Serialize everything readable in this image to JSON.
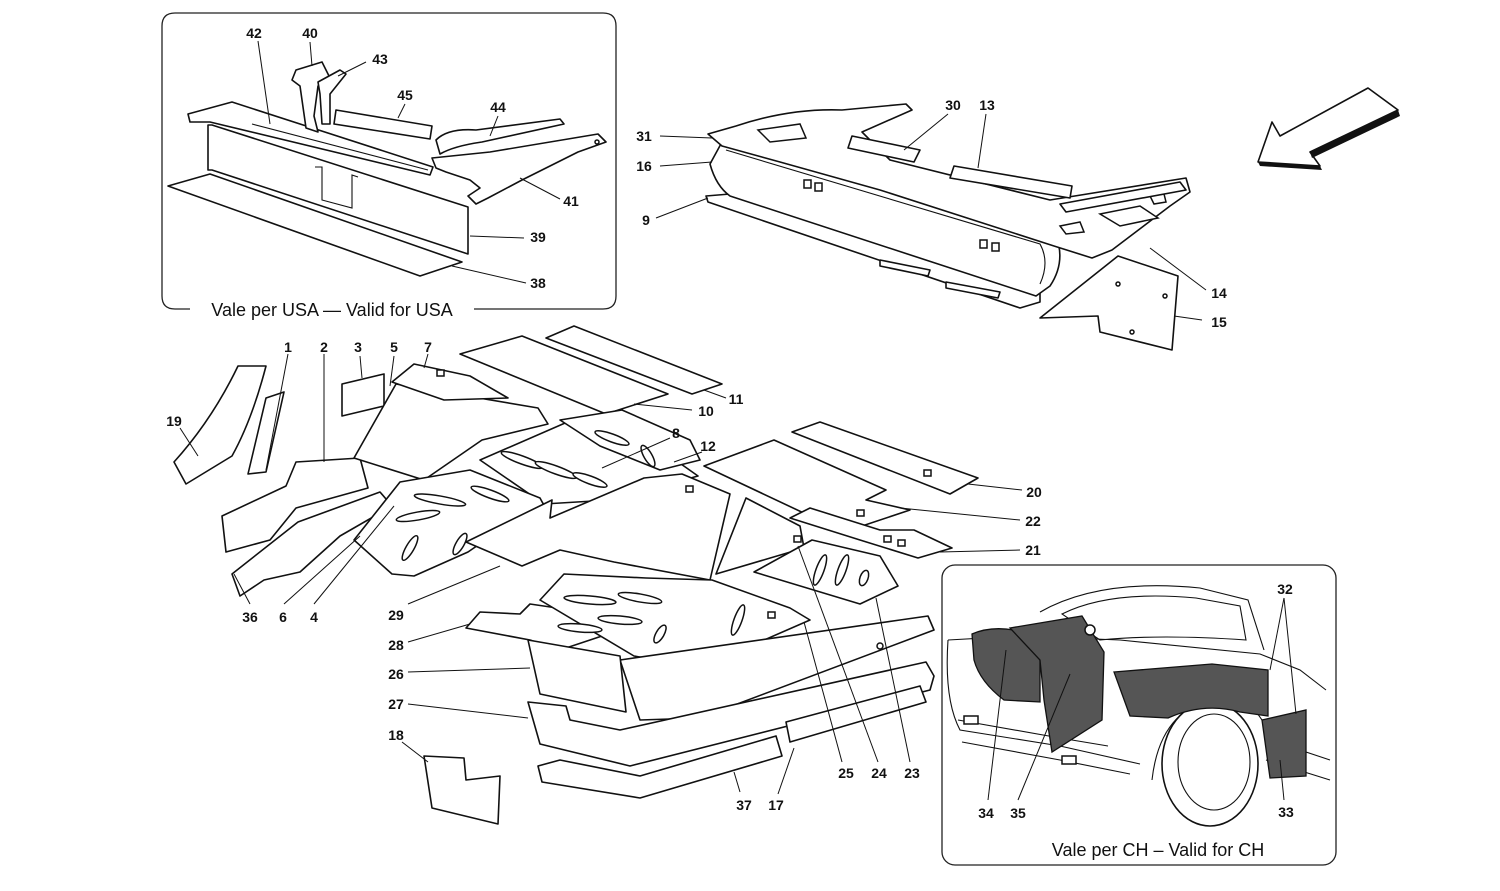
{
  "inset_usa": {
    "label": "Vale per USA — Valid for USA"
  },
  "inset_ch": {
    "label": "Vale per CH – Valid for CH"
  },
  "callouts": {
    "n1": "1",
    "n2": "2",
    "n3": "3",
    "n4": "4",
    "n5": "5",
    "n6": "6",
    "n7": "7",
    "n8": "8",
    "n9": "9",
    "n10": "10",
    "n11": "11",
    "n12": "12",
    "n13": "13",
    "n14": "14",
    "n15": "15",
    "n16": "16",
    "n17": "17",
    "n18": "18",
    "n19": "19",
    "n20": "20",
    "n21": "21",
    "n22": "22",
    "n23": "23",
    "n24": "24",
    "n25": "25",
    "n26": "26",
    "n27": "27",
    "n28": "28",
    "n29": "29",
    "n30": "30",
    "n31": "31",
    "n32": "32",
    "n33": "33",
    "n34": "34",
    "n35": "35",
    "n36": "36",
    "n37": "37",
    "n38": "38",
    "n39": "39",
    "n40": "40",
    "n41": "41",
    "n42": "42",
    "n43": "43",
    "n44": "44",
    "n45": "45"
  },
  "icons": {
    "direction": "direction-arrow-icon"
  }
}
